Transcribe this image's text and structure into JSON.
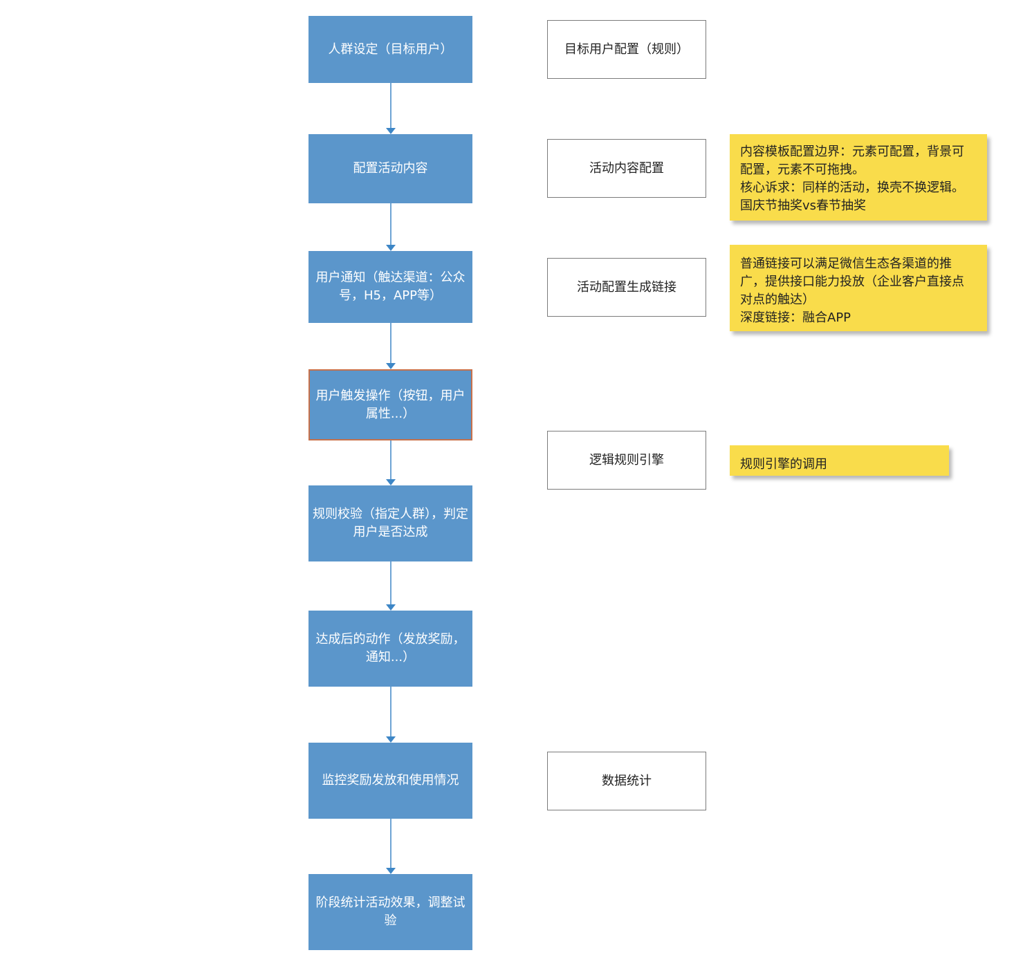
{
  "flow_steps": [
    {
      "label": "人群设定（目标用户）"
    },
    {
      "label": "配置活动内容"
    },
    {
      "label": "用户通知（触达渠道：公众号，H5，APP等）"
    },
    {
      "label": "用户触发操作（按钮，用户属性...）"
    },
    {
      "label": "规则校验（指定人群），判定用户是否达成"
    },
    {
      "label": "达成后的动作（发放奖励，通知...）"
    },
    {
      "label": "监控奖励发放和使用情况"
    },
    {
      "label": "阶段统计活动效果，调整试验"
    }
  ],
  "side_boxes": [
    {
      "label": "目标用户配置（规则）"
    },
    {
      "label": "活动内容配置"
    },
    {
      "label": "活动配置生成链接"
    },
    {
      "label": "逻辑规则引擎"
    },
    {
      "label": "数据统计"
    }
  ],
  "notes": [
    {
      "lines": [
        "内容模板配置边界：元素可配置，背景可",
        "配置，元素不可拖拽。",
        "核心诉求：同样的活动，换壳不换逻辑。",
        "国庆节抽奖vs春节抽奖"
      ]
    },
    {
      "lines": [
        "普通链接可以满足微信生态各渠道的推",
        "广，提供接口能力投放（企业客户直接点",
        "对点的触达）",
        "深度链接：融合APP"
      ]
    },
    {
      "lines": [
        "规则引擎的调用"
      ]
    }
  ],
  "colors": {
    "flow_fill": "#5b96cb",
    "flow_text": "#ffffff",
    "highlight_border": "#c8714a",
    "side_border": "#7a7a7a",
    "note_fill": "#f9dc4b",
    "connector": "#3d86c6"
  }
}
